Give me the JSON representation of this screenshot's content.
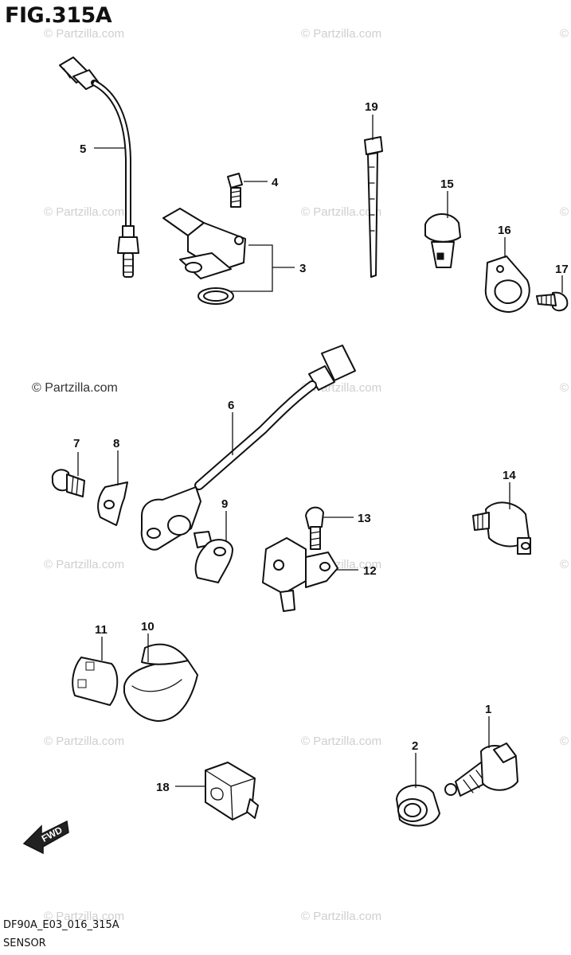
{
  "header": {
    "figure": "FIG.315A"
  },
  "footer": {
    "code": "DF90A_E03_016_315A",
    "title": "SENSOR"
  },
  "watermarks": [
    "© Partzilla.com",
    "© Partzilla.com",
    "©",
    "© Partzilla.com",
    "© Partzilla.com",
    "©",
    "© Partzilla.com",
    "© Partzilla.com",
    "©",
    "© Partzilla.com",
    "© Partzilla.com",
    "©",
    "© Partzilla.com",
    "© Partzilla.com",
    "©",
    "© Partzilla.com",
    "© Partzilla.com"
  ],
  "callouts": [
    "1",
    "2",
    "3",
    "4",
    "5",
    "6",
    "7",
    "8",
    "9",
    "10",
    "11",
    "12",
    "13",
    "14",
    "15",
    "16",
    "17",
    "18",
    "19"
  ],
  "fwd_label": "FWD"
}
